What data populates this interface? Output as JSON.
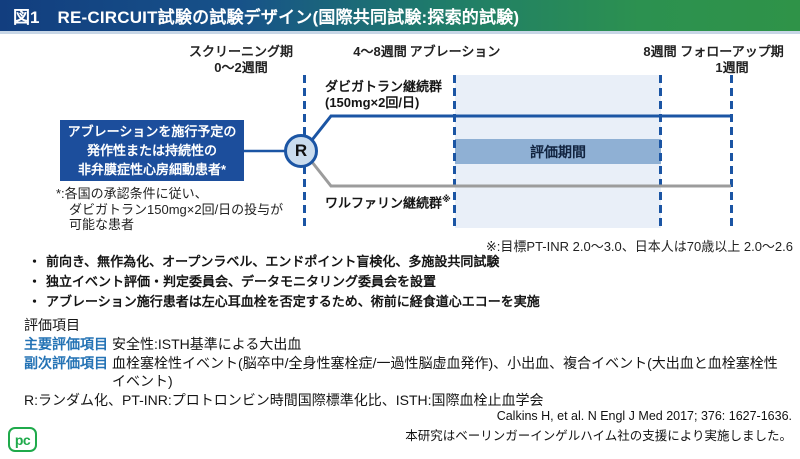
{
  "header": {
    "figure_label": "図1",
    "title": "RE-CIRCUIT試験の試験デザイン(国際共同試験:探索的試験)"
  },
  "timeline": {
    "screening": {
      "line1": "スクリーニング期",
      "line2": "0〜2週間"
    },
    "pre_ablation": "4〜8週間",
    "ablation": "アブレーション",
    "post_ablation": "8週間",
    "followup": {
      "line1": "フォローアップ期",
      "line2": "1週間"
    }
  },
  "diagram": {
    "patient_box": {
      "line1": "アブレーションを施行予定の",
      "line2": "発作性または持続性の",
      "line3": "非弁膜症性心房細動患者*"
    },
    "randomization": "R",
    "dabigatran_arm": {
      "line1": "ダビガトラン継続群",
      "line2": "(150mg×2回/日)"
    },
    "warfarin_arm": {
      "label": "ワルファリン継続群",
      "ref_mark": "※"
    },
    "evaluation_period": "評価期間",
    "asterisk_note": {
      "line1": "*:各国の承認条件に従い、",
      "line2": "ダビガトラン150mg×2回/日の投与が",
      "line3": "可能な患者"
    },
    "inr_note": "※:目標PT-INR 2.0〜3.0、日本人は70歳以上 2.0〜2.6"
  },
  "bullets": [
    "前向き、無作為化、オープンラベル、エンドポイント盲検化、多施設共同試験",
    "独立イベント評価・判定委員会、データモニタリング委員会を設置",
    "アブレーション施行患者は左心耳血栓を否定するため、術前に経食道心エコーを実施"
  ],
  "endpoints": {
    "heading": "評価項目",
    "rows": [
      {
        "label": "主要評価項目",
        "text": "安全性:ISTH基準による大出血"
      },
      {
        "label": "副次評価項目",
        "text": "血栓塞栓性イベント(脳卒中/全身性塞栓症/一過性脳虚血発作)、小出血、複合イベント(大出血と血栓塞栓性イベント)"
      }
    ],
    "abbreviations": "R:ランダム化、PT-INR:プロトロンビン時間国際標準化比、ISTH:国際血栓止血学会"
  },
  "footer": {
    "citation": "Calkins H, et al. N Engl J Med 2017; 376: 1627-1636.",
    "support": "本研究はベーリンガーインゲルハイム社の支援により実施しました。",
    "logo_text": "pc"
  },
  "colors": {
    "title_grad_left": "#123e7f",
    "title_grad_right": "#2f9348",
    "primary_blue": "#1b55a4",
    "patient_box_blue": "#1c4e9c",
    "eval_box_blue": "#8fb0d4",
    "shaded_blue": "#e9eff8",
    "warfarin_gray": "#9c9c9c",
    "endpoint_label_blue": "#2473b5",
    "logo_green": "#1faa4b"
  }
}
